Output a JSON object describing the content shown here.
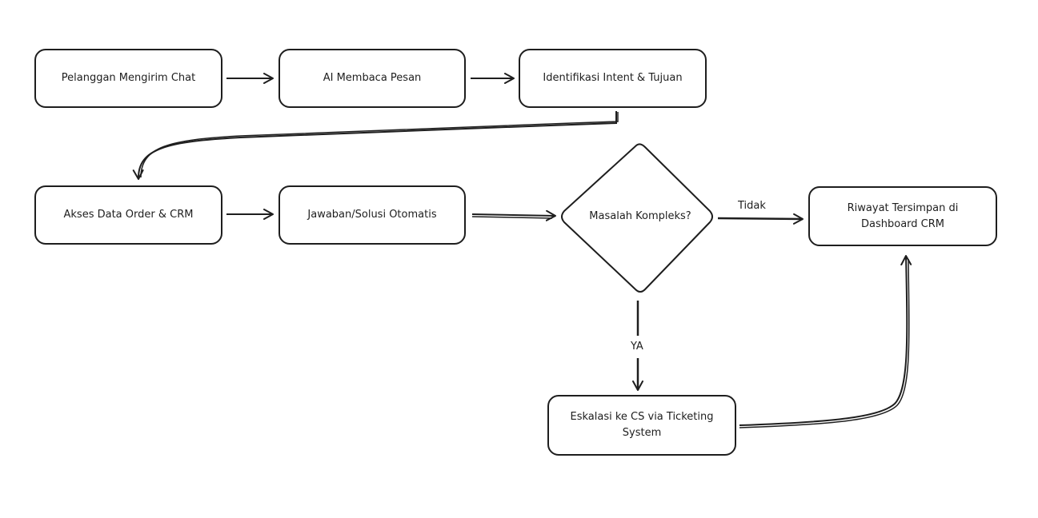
{
  "diagram": {
    "nodes": {
      "n1": "Pelanggan Mengirim Chat",
      "n2": "AI Membaca Pesan",
      "n3": "Identifikasi Intent & Tujuan",
      "n4": "Akses Data Order & CRM",
      "n5": "Jawaban/Solusi Otomatis",
      "decision": "Masalah Kompleks?",
      "n6": "Riwayat Tersimpan di Dashboard CRM",
      "n7": "Eskalasi ke CS via Ticketing System"
    },
    "edge_labels": {
      "no": "Tidak",
      "yes": "YA"
    },
    "colors": {
      "stroke": "#1e1e1e",
      "background": "#ffffff"
    }
  }
}
